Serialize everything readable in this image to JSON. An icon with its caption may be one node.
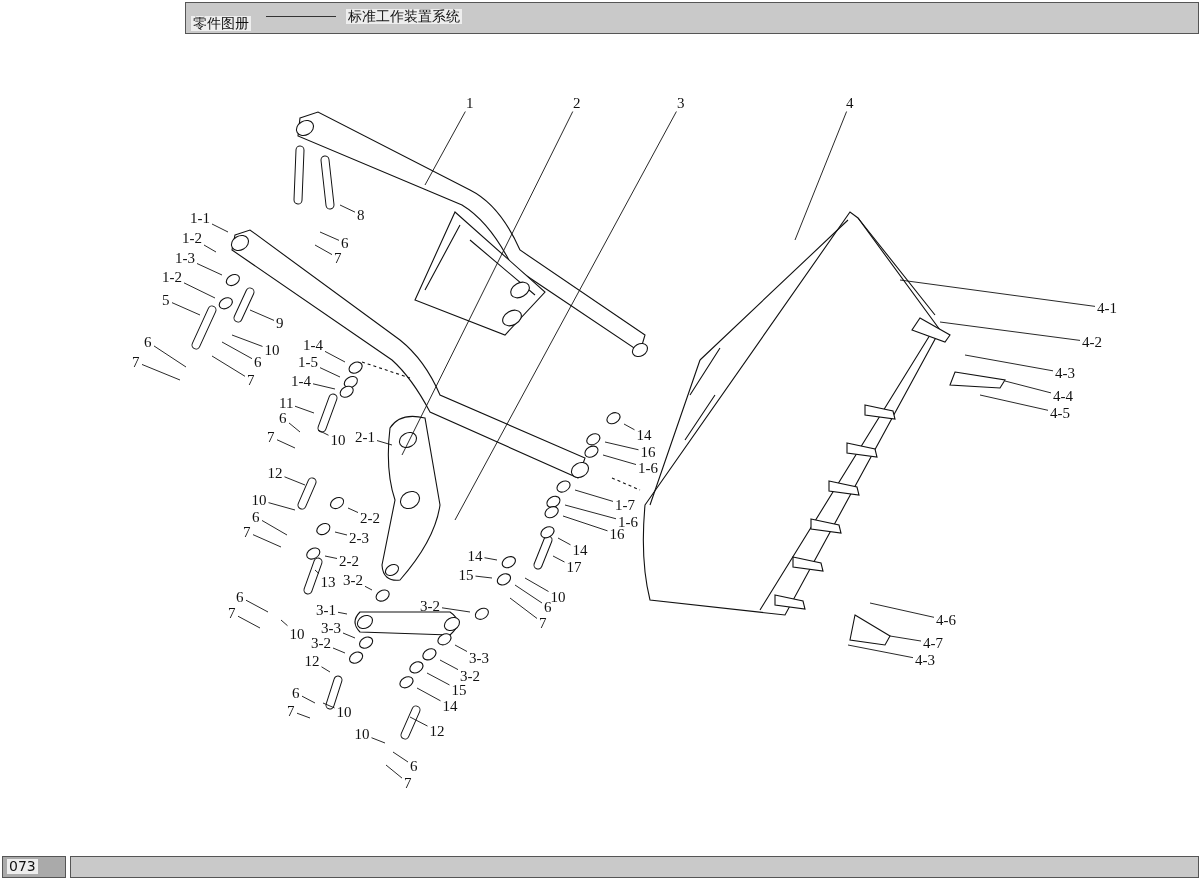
{
  "diagram": {
    "nodes": [
      {
        "text": [
          "1"
        ]
      },
      {
        "text": [
          "2"
        ]
      },
      {
        "text": [
          "3"
        ]
      },
      {
        "text": [
          "4"
        ]
      },
      {
        "text": [
          "8"
        ]
      },
      {
        "text": [
          "1-1"
        ]
      },
      {
        "text": [
          "6"
        ]
      },
      {
        "text": [
          "7"
        ]
      },
      {
        "text": [
          "1-2"
        ]
      },
      {
        "text": [
          "1-3"
        ]
      },
      {
        "text": [
          "1-2"
        ]
      },
      {
        "text": [
          "5"
        ]
      },
      {
        "text": [
          "9"
        ]
      },
      {
        "text": [
          "4-1"
        ]
      },
      {
        "text": [
          "4-2"
        ]
      },
      {
        "text": [
          "6"
        ]
      },
      {
        "text": [
          "10"
        ]
      },
      {
        "text": [
          "1-4"
        ]
      },
      {
        "text": [
          "6"
        ]
      },
      {
        "text": [
          "7"
        ]
      },
      {
        "text": [
          "7"
        ]
      },
      {
        "text": [
          "4-3"
        ]
      },
      {
        "text": [
          "1-5"
        ]
      },
      {
        "text": [
          "1-4"
        ]
      },
      {
        "text": [
          "11"
        ]
      },
      {
        "text": [
          "4-4"
        ]
      },
      {
        "text": [
          "4-5"
        ]
      },
      {
        "text": [
          "6"
        ]
      },
      {
        "text": [
          "14"
        ]
      },
      {
        "text": [
          "7"
        ]
      },
      {
        "text": [
          "10"
        ]
      },
      {
        "text": [
          "2-1"
        ]
      },
      {
        "text": [
          "16"
        ]
      },
      {
        "text": [
          "1-6"
        ]
      },
      {
        "text": [
          "12"
        ]
      },
      {
        "text": [
          "1-7"
        ]
      },
      {
        "text": [
          "10"
        ]
      },
      {
        "text": [
          "2-2"
        ]
      },
      {
        "text": [
          "1-6"
        ]
      },
      {
        "text": [
          "6"
        ]
      },
      {
        "text": [
          "16"
        ]
      },
      {
        "text": [
          "7"
        ]
      },
      {
        "text": [
          "2-3"
        ]
      },
      {
        "text": [
          "14"
        ]
      },
      {
        "text": [
          "2-2"
        ]
      },
      {
        "text": [
          "14"
        ]
      },
      {
        "text": [
          "17"
        ]
      },
      {
        "text": [
          "13"
        ]
      },
      {
        "text": [
          "15"
        ]
      },
      {
        "text": [
          "3-2"
        ]
      },
      {
        "text": [
          "6"
        ]
      },
      {
        "text": [
          "10"
        ]
      },
      {
        "text": [
          "3-2"
        ]
      },
      {
        "text": [
          "3-1"
        ]
      },
      {
        "text": [
          "6"
        ]
      },
      {
        "text": [
          "7"
        ]
      },
      {
        "text": [
          "7"
        ]
      },
      {
        "text": [
          "4-6"
        ]
      },
      {
        "text": [
          "3-3"
        ]
      },
      {
        "text": [
          "10"
        ]
      },
      {
        "text": [
          "4-7"
        ]
      },
      {
        "text": [
          "3-2"
        ]
      },
      {
        "text": [
          "4-3"
        ]
      },
      {
        "text": [
          "3-3"
        ]
      },
      {
        "text": [
          "12"
        ]
      },
      {
        "text": [
          "3-2"
        ]
      },
      {
        "text": [
          "15"
        ]
      },
      {
        "text": [
          "6"
        ]
      },
      {
        "text": [
          "14"
        ]
      },
      {
        "text": [
          "7"
        ]
      },
      {
        "text": [
          "10"
        ]
      },
      {
        "text": [
          "12"
        ]
      },
      {
        "text": [
          "10"
        ]
      },
      {
        "text": [
          "6"
        ]
      },
      {
        "text": [
          "7"
        ]
      }
    ],
    "edges": [
      {
        "from": 0,
        "to": null,
        "arrow": "none"
      },
      {
        "from": 1,
        "to": null,
        "arrow": "none"
      },
      {
        "from": 2,
        "to": null,
        "arrow": "none"
      },
      {
        "from": 3,
        "to": null,
        "arrow": "none"
      },
      {
        "from": 4,
        "to": null,
        "arrow": "none"
      },
      {
        "from": 5,
        "to": null,
        "arrow": "none"
      },
      {
        "from": 6,
        "to": null,
        "arrow": "none"
      },
      {
        "from": 7,
        "to": null,
        "arrow": "none"
      },
      {
        "from": 8,
        "to": null,
        "arrow": "none"
      },
      {
        "from": 9,
        "to": null,
        "arrow": "none"
      },
      {
        "from": 10,
        "to": null,
        "arrow": "none"
      },
      {
        "from": 11,
        "to": null,
        "arrow": "none"
      },
      {
        "from": 12,
        "to": null,
        "arrow": "none"
      },
      {
        "from": 13,
        "to": null,
        "arrow": "none"
      },
      {
        "from": 14,
        "to": null,
        "arrow": "none"
      },
      {
        "from": 15,
        "to": null,
        "arrow": "none"
      },
      {
        "from": 16,
        "to": null,
        "arrow": "none"
      },
      {
        "from": 17,
        "to": null,
        "arrow": "none"
      },
      {
        "from": 18,
        "to": null,
        "arrow": "none"
      },
      {
        "from": 19,
        "to": null,
        "arrow": "none"
      },
      {
        "from": 20,
        "to": null,
        "arrow": "none"
      },
      {
        "from": 21,
        "to": null,
        "arrow": "none"
      },
      {
        "from": 22,
        "to": null,
        "arrow": "none"
      },
      {
        "from": 23,
        "to": null,
        "arrow": "none"
      },
      {
        "from": 24,
        "to": null,
        "arrow": "none"
      },
      {
        "from": 25,
        "to": null,
        "arrow": "none"
      },
      {
        "from": 26,
        "to": null,
        "arrow": "none"
      },
      {
        "from": 27,
        "to": null,
        "arrow": "none"
      },
      {
        "from": 28,
        "to": null,
        "arrow": "none"
      },
      {
        "from": 29,
        "to": null,
        "arrow": "none"
      },
      {
        "from": 30,
        "to": null,
        "arrow": "none"
      },
      {
        "from": 31,
        "to": null,
        "arrow": "none"
      },
      {
        "from": 32,
        "to": null,
        "arrow": "none"
      },
      {
        "from": 33,
        "to": null,
        "arrow": "none"
      },
      {
        "from": 34,
        "to": null,
        "arrow": "none"
      },
      {
        "from": 35,
        "to": null,
        "arrow": "none"
      },
      {
        "from": 36,
        "to": null,
        "arrow": "none"
      },
      {
        "from": 37,
        "to": null,
        "arrow": "none"
      },
      {
        "from": 38,
        "to": null,
        "arrow": "none"
      },
      {
        "from": 39,
        "to": null,
        "arrow": "none"
      },
      {
        "from": 40,
        "to": null,
        "arrow": "none"
      },
      {
        "from": 41,
        "to": null,
        "arrow": "none"
      },
      {
        "from": 42,
        "to": null,
        "arrow": "none"
      },
      {
        "from": 43,
        "to": null,
        "arrow": "none"
      },
      {
        "from": 44,
        "to": null,
        "arrow": "none"
      },
      {
        "from": 45,
        "to": null,
        "arrow": "none"
      },
      {
        "from": 46,
        "to": null,
        "arrow": "none"
      },
      {
        "from": 47,
        "to": null,
        "arrow": "none"
      },
      {
        "from": 48,
        "to": null,
        "arrow": "none"
      },
      {
        "from": 49,
        "to": null,
        "arrow": "none"
      },
      {
        "from": 50,
        "to": null,
        "arrow": "none"
      },
      {
        "from": 51,
        "to": null,
        "arrow": "none"
      },
      {
        "from": 52,
        "to": null,
        "arrow": "none"
      },
      {
        "from": 53,
        "to": null,
        "arrow": "none"
      },
      {
        "from": 54,
        "to": null,
        "arrow": "none"
      },
      {
        "from": 55,
        "to": null,
        "arrow": "none"
      },
      {
        "from": 56,
        "to": null,
        "arrow": "none"
      },
      {
        "from": 57,
        "to": null,
        "arrow": "none"
      },
      {
        "from": 58,
        "to": null,
        "arrow": "none"
      },
      {
        "from": 59,
        "to": null,
        "arrow": "none"
      },
      {
        "from": 60,
        "to": null,
        "arrow": "none"
      },
      {
        "from": 61,
        "to": null,
        "arrow": "none"
      },
      {
        "from": 62,
        "to": null,
        "arrow": "none"
      },
      {
        "from": 63,
        "to": null,
        "arrow": "none"
      },
      {
        "from": 64,
        "to": null,
        "arrow": "none"
      },
      {
        "from": 65,
        "to": null,
        "arrow": "none"
      },
      {
        "from": 66,
        "to": null,
        "arrow": "none"
      },
      {
        "from": 67,
        "to": null,
        "arrow": "none"
      },
      {
        "from": 68,
        "to": null,
        "arrow": "none"
      },
      {
        "from": 69,
        "to": null,
        "arrow": "none"
      },
      {
        "from": 70,
        "to": null,
        "arrow": "none"
      },
      {
        "from": 71,
        "to": null,
        "arrow": "none"
      },
      {
        "from": 72,
        "to": null,
        "arrow": "none"
      },
      {
        "from": 73,
        "to": null,
        "arrow": "none"
      },
      {
        "from": 74,
        "to": null,
        "arrow": "none"
      }
    ],
    "labels": [
      "零件图册",
      "标准工作装置系统",
      "073"
    ]
  }
}
